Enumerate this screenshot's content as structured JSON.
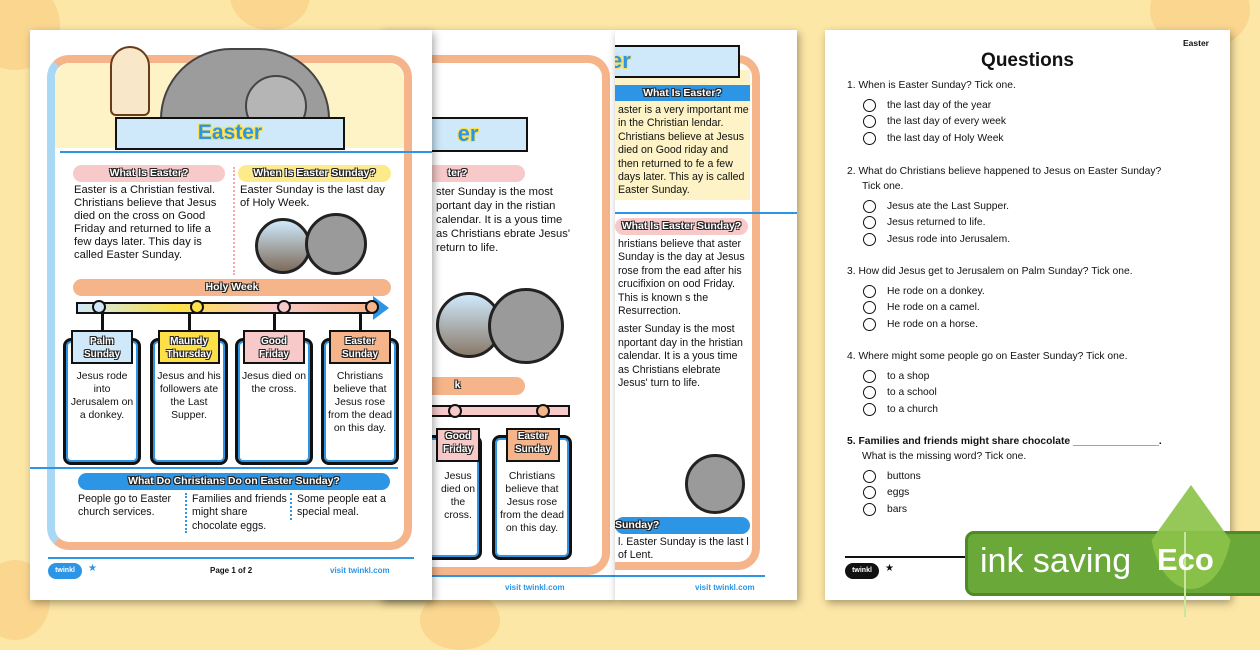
{
  "page1": {
    "title": "Easter",
    "what_is_easter": {
      "heading": "What Is Easter?",
      "text": "Easter is a Christian festival. Christians believe that Jesus died on the cross on Good Friday and returned to life a few days later. This day is called Easter Sunday."
    },
    "when_is_easter": {
      "heading": "When Is Easter Sunday?",
      "text": "Easter Sunday is the last day of Holy Week."
    },
    "holy_week": {
      "heading": "Holy Week",
      "days": [
        {
          "name": "Palm Sunday",
          "text": "Jesus rode into Jerusalem on a donkey.",
          "color": "#cfe9fb"
        },
        {
          "name": "Maundy Thursday",
          "text": "Jesus and his followers ate the Last Supper.",
          "color": "#fde047"
        },
        {
          "name": "Good Friday",
          "text": "Jesus died on the cross.",
          "color": "#f8c9c9"
        },
        {
          "name": "Easter Sunday",
          "text": "Christians believe that Jesus rose from the dead on this day.",
          "color": "#f6b48a"
        }
      ]
    },
    "what_do_christians": {
      "heading": "What Do Christians Do on Easter Sunday?",
      "items": [
        "People go to Easter church services.",
        "Families and friends might share chocolate eggs.",
        "Some people eat a special meal."
      ]
    },
    "footer": {
      "logo": "twinkl",
      "page": "Page 1 of 2",
      "site": "visit twinkl.com"
    }
  },
  "page2": {
    "title_fragment": "er",
    "heading_fragment": "ter?",
    "text": "ster Sunday is the most portant day in the ristian calendar. It is a yous time as Christians ebrate Jesus' return to life.",
    "holy_week_fragment": "k",
    "days": [
      {
        "name": "Good Friday",
        "text": "Jesus died on the cross."
      },
      {
        "name": "Easter Sunday",
        "text": "Christians believe that Jesus rose from the dead on this day."
      }
    ],
    "footer": {
      "site": "visit twinkl.com"
    }
  },
  "page3": {
    "title_fragment": "er",
    "what_is_easter": {
      "heading": "What Is Easter?",
      "text": "aster is a very important me in the Christian lendar. Christians believe at Jesus died on Good riday and then returned to fe a few days later. This ay is called Easter Sunday."
    },
    "what_is_easter_sunday": {
      "heading": "What Is Easter Sunday?",
      "text": "hristians believe that aster Sunday is the day at Jesus rose from the ead after his crucifixion on ood Friday. This is known s the Resurrection.",
      "text2": "aster Sunday is the most nportant day in the hristian calendar. It is a yous time as Christians elebrate Jesus' turn to life."
    },
    "sunday_heading_fragment": "Sunday?",
    "sunday_text": "l. Easter Sunday is the last l of Lent.",
    "footer": {
      "site": "visit twinkl.com"
    }
  },
  "page4": {
    "header_label": "Easter",
    "title": "Questions",
    "questions": [
      {
        "text": "1.  When is Easter Sunday? Tick one.",
        "options": [
          "the last day of the year",
          "the last day of every week",
          "the last day of Holy Week"
        ]
      },
      {
        "text": "2.  What do Christians believe happened to Jesus on Easter Sunday?",
        "text2": "Tick one.",
        "options": [
          "Jesus ate the Last Supper.",
          "Jesus returned to life.",
          "Jesus rode into Jerusalem."
        ]
      },
      {
        "text": "3.  How did Jesus get to Jerusalem on Palm Sunday? Tick one.",
        "options": [
          "He rode on a donkey.",
          "He rode on a camel.",
          "He rode on a horse."
        ]
      },
      {
        "text": "4.  Where might some people go on Easter Sunday? Tick one.",
        "options": [
          "to a shop",
          "to a school",
          "to a church"
        ]
      },
      {
        "text": "5.  Families and friends might share chocolate _______________.",
        "text2": "What is the missing word? Tick one.",
        "options": [
          "buttons",
          "eggs",
          "bars"
        ]
      }
    ],
    "footer": {
      "logo": "twinkl"
    }
  },
  "eco_badge": {
    "label": "ink saving",
    "eco": "Eco",
    "color": "#6aa83a"
  }
}
